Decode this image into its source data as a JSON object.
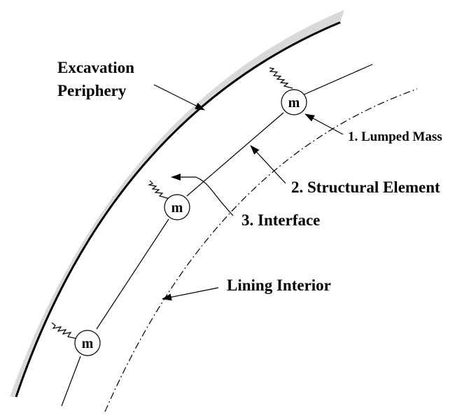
{
  "labels": {
    "excavation_line1": "Excavation",
    "excavation_line2": "Periphery",
    "lumped_mass": "1. Lumped Mass",
    "structural_element": "2. Structural Element",
    "interface": "3. Interface",
    "lining_interior": "Lining Interior"
  },
  "masses": [
    {
      "symbol": "m"
    },
    {
      "symbol": "m"
    },
    {
      "symbol": "m"
    }
  ],
  "colors": {
    "rock": "#d9d9d9",
    "line": "#000000",
    "background": "#ffffff"
  }
}
